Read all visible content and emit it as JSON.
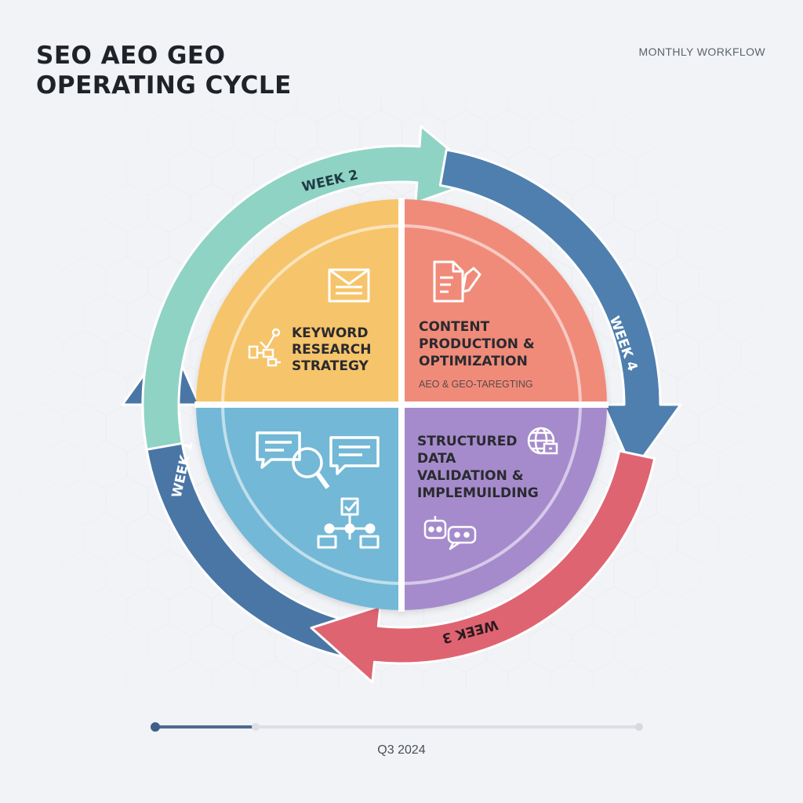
{
  "header": {
    "title_line1": "SEO AEO GEO",
    "title_line2": "OPERATING CYCLE",
    "subtitle": "MONTHLY WORKFLOW"
  },
  "colors": {
    "keyword": "#f6c46a",
    "content": "#f08b7a",
    "support": "#73b8d6",
    "structured": "#a58bcc",
    "week2": "#8fd3c4",
    "week4": "#4f7fae",
    "week3": "#de6471",
    "week1": "#4a76a6"
  },
  "quadrants": {
    "keyword": {
      "line1": "KEYWORD",
      "line2": "RESEARCH",
      "line3": "STRATEGY",
      "icons": [
        "inbox-tray-icon",
        "keyword-network-icon"
      ]
    },
    "content": {
      "line1": "CONTENT",
      "line2": "PRODUCTION &",
      "line3": "OPTIMIZATION",
      "sub": "AEO & GEO-TAREGTING",
      "icons": [
        "document-edit-icon"
      ]
    },
    "support": {
      "icons": [
        "chat-search-icon",
        "hierarchy-check-icon"
      ]
    },
    "structured": {
      "line1": "STRUCTURED",
      "line2": "DATA",
      "line3": "VALIDATION &",
      "line4": "IMPLEMUILDING",
      "icons": [
        "globe-chat-icon",
        "bots-icon"
      ]
    }
  },
  "cycle": {
    "week1": "WEEK 1",
    "week2": "WEEK 2",
    "week3": "WEEK 3",
    "week4": "WEEK 4"
  },
  "timeline": {
    "label": "Q3 2024",
    "progress": 0.21
  }
}
